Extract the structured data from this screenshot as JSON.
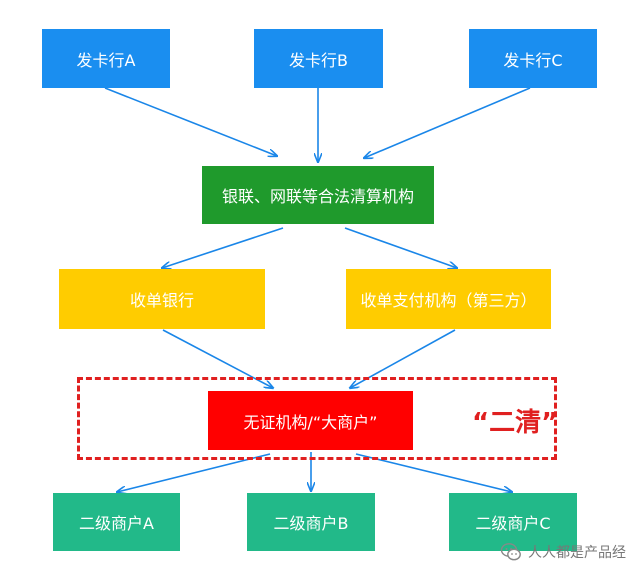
{
  "issuers": [
    {
      "label": "发卡行A"
    },
    {
      "label": "发卡行B"
    },
    {
      "label": "发卡行C"
    }
  ],
  "clearing": {
    "label": "银联、网联等合法清算机构"
  },
  "acquirers": [
    {
      "label": "收单银行"
    },
    {
      "label": "收单支付机构（第三方）"
    }
  ],
  "unlicensed": {
    "label": "无证机构/“大商户”"
  },
  "highlight": {
    "label": "“二清”"
  },
  "merchants": [
    {
      "label": "二级商户A"
    },
    {
      "label": "二级商户B"
    },
    {
      "label": "二级商户C"
    }
  ],
  "watermark": {
    "text": "人人都是产品经理"
  },
  "colors": {
    "issuer": "#1a8ef0",
    "clearing": "#1f9a2c",
    "acquirer": "#ffcc00",
    "unlicensed": "#ff0000",
    "merchant": "#22b989",
    "arrow": "#1a86e8",
    "dashed": "#e02020"
  }
}
